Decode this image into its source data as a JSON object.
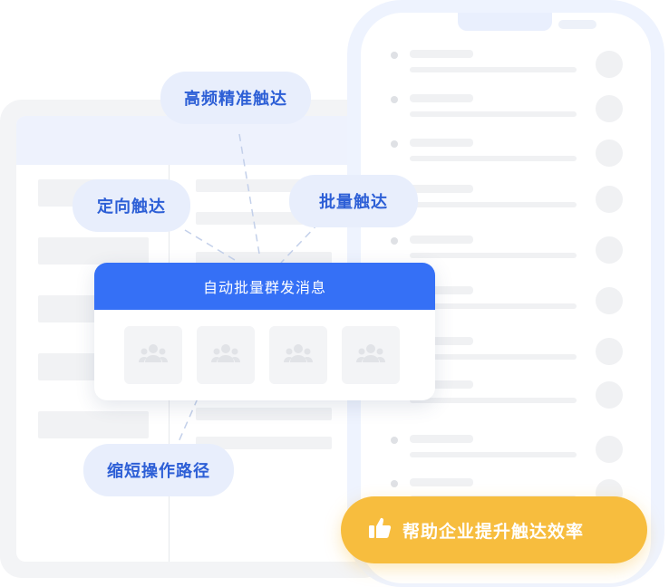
{
  "tags": {
    "precise_reach": "高频精准触达",
    "targeted_reach": "定向触达",
    "batch_reach": "批量触达",
    "shorten_path": "缩短操作路径"
  },
  "card": {
    "title": "自动批量群发消息",
    "groups": [
      {
        "icon": "group-icon"
      },
      {
        "icon": "group-icon"
      },
      {
        "icon": "group-icon"
      },
      {
        "icon": "group-icon"
      }
    ]
  },
  "cta": {
    "icon": "thumbs-up-icon",
    "label": "帮助企业提升触达效率"
  },
  "colors": {
    "primary": "#3570f6",
    "tag_background": "#e8eefc",
    "tag_text": "#2d5fd6",
    "cta_background": "#f7bd3e"
  }
}
